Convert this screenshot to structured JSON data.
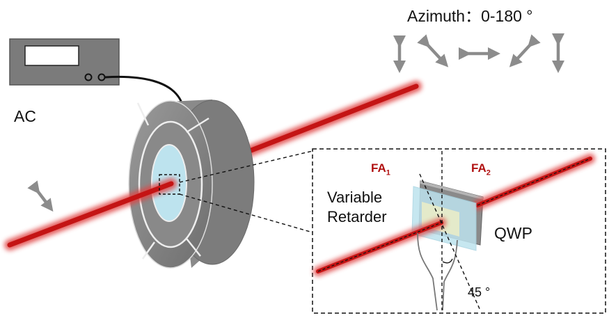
{
  "labels": {
    "azimuth": "Azimuth：0-180 °",
    "ac": "AC",
    "variable_retarder": "Variable Retarder",
    "qwp": "QWP",
    "angle": "45 °",
    "fa1_main": "FA",
    "fa1_sub": "1",
    "fa2_main": "FA",
    "fa2_sub": "2"
  },
  "colors": {
    "laser": "#c41414",
    "fast_axis_label": "#b01010",
    "housing": "#7f7f7f",
    "arrow": "#8c8c8c",
    "retarder_plate": "#bde3ee"
  },
  "icons": {
    "azimuth_arrows": [
      "vertical-double-arrow-icon",
      "diagonal-nw-se-arrow-icon",
      "horizontal-double-arrow-icon",
      "diagonal-ne-sw-arrow-icon",
      "vertical-double-arrow-icon"
    ],
    "polarization_arrow": "diagonal-double-arrow-icon"
  }
}
